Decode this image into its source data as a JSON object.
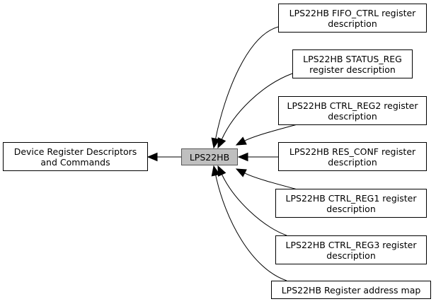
{
  "center": {
    "label": "LPS22HB"
  },
  "parent": {
    "label": "Device Register Descriptors\nand Commands"
  },
  "children": [
    {
      "label": "LPS22HB FIFO_CTRL register\ndescription"
    },
    {
      "label": "LPS22HB STATUS_REG\nregister description"
    },
    {
      "label": "LPS22HB CTRL_REG2 register\ndescription"
    },
    {
      "label": "LPS22HB RES_CONF register\ndescription"
    },
    {
      "label": "LPS22HB CTRL_REG1 register\ndescription"
    },
    {
      "label": "LPS22HB CTRL_REG3 register\ndescription"
    },
    {
      "label": "LPS22HB Register address map"
    }
  ]
}
